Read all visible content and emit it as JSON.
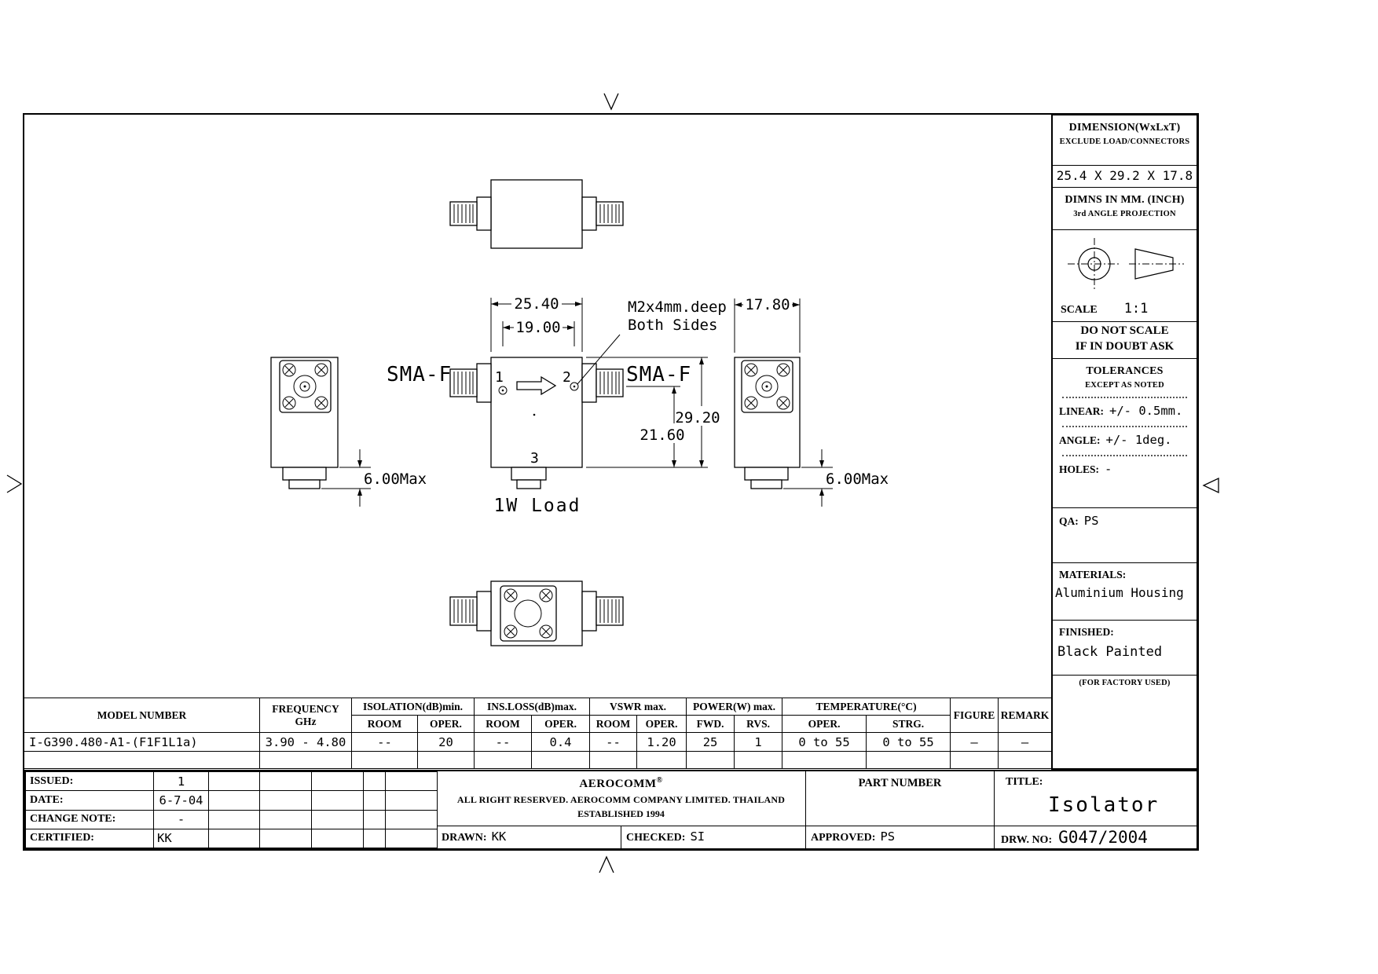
{
  "sidebar": {
    "dimension_title": "DIMENSION(WxLxT)",
    "dimension_sub": "EXCLUDE LOAD/CONNECTORS",
    "dimension_value": "25.4 X 29.2 X 17.8",
    "units_line1": "DIMNS IN MM. (INCH)",
    "units_line2": "3rd ANGLE PROJECTION",
    "scale_label": "SCALE",
    "scale_value": "1:1",
    "do_not_scale_line1": "DO NOT SCALE",
    "do_not_scale_line2": "IF IN DOUBT ASK",
    "tolerances_title": "TOLERANCES",
    "tolerances_sub": "EXCEPT AS NOTED",
    "linear_label": "LINEAR:",
    "linear_value": "+/- 0.5mm.",
    "angle_label": "ANGLE:",
    "angle_value": "+/- 1deg.",
    "holes_label": "HOLES:",
    "holes_value": "-",
    "qa_label": "QA:",
    "qa_value": "PS",
    "materials_label": "MATERIALS:",
    "materials_value": "Aluminium Housing",
    "finished_label": "FINISHED:",
    "finished_value": "Black Painted",
    "factory_note": "(FOR FACTORY USED)"
  },
  "drawing": {
    "dim_width": "25.40",
    "dim_hole_spacing": "19.00",
    "dim_thickness": "17.80",
    "dim_height": "29.20",
    "dim_port_height": "21.60",
    "dim_tab_left": "6.00Max",
    "dim_tab_right": "6.00Max",
    "connector_left_label": "SMA-F",
    "connector_right_label": "SMA-F",
    "note_line1": "M2x4mm.deep",
    "note_line2": "Both Sides",
    "port1": "1",
    "port2": "2",
    "port3": "3",
    "load_label": "1W Load"
  },
  "spec_table": {
    "col_model": "MODEL NUMBER",
    "col_frequency": "FREQUENCY",
    "col_frequency_unit": "GHz",
    "col_isolation": "ISOLATION(dB)min.",
    "col_insloss": "INS.LOSS(dB)max.",
    "col_vswr": "VSWR max.",
    "col_power": "POWER(W) max.",
    "col_temperature": "TEMPERATURE(°C)",
    "col_figure": "FIGURE",
    "col_remark": "REMARK",
    "sub_room": "ROOM",
    "sub_oper": "OPER.",
    "sub_fwd": "FWD.",
    "sub_rvs": "RVS.",
    "sub_strg": "STRG.",
    "row": {
      "model": "I-G390.480-A1-(F1F1L1a)",
      "frequency": "3.90 - 4.80",
      "iso_room": "--",
      "iso_oper": "20",
      "ins_room": "--",
      "ins_oper": "0.4",
      "vswr_room": "--",
      "vswr_oper": "1.20",
      "pwr_fwd": "25",
      "pwr_rvs": "1",
      "temp_oper": "0 to 55",
      "temp_strg": "0 to 55",
      "figure": "—",
      "remark": "—"
    }
  },
  "revision": {
    "issued_label": "ISSUED:",
    "issued_value": "1",
    "date_label": "DATE:",
    "date_value": "6-7-04",
    "change_label": "CHANGE NOTE:",
    "change_value": "-",
    "certified_label": "CERTIFIED:",
    "certified_value": "KK"
  },
  "company": {
    "name": "AEROCOMM",
    "reg": "®",
    "line2": "ALL RIGHT RESERVED. AEROCOMM COMPANY LIMITED. THAILAND",
    "line3": "ESTABLISHED 1994",
    "drawn_label": "DRAWN:",
    "drawn_value": "KK",
    "checked_label": "CHECKED:",
    "checked_value": "SI"
  },
  "title_block": {
    "part_number_label": "PART NUMBER",
    "approved_label": "APPROVED:",
    "approved_value": "PS",
    "title_label": "TITLE:",
    "title_value": "Isolator",
    "drw_label": "DRW. NO:",
    "drw_value": "G047/2004"
  }
}
